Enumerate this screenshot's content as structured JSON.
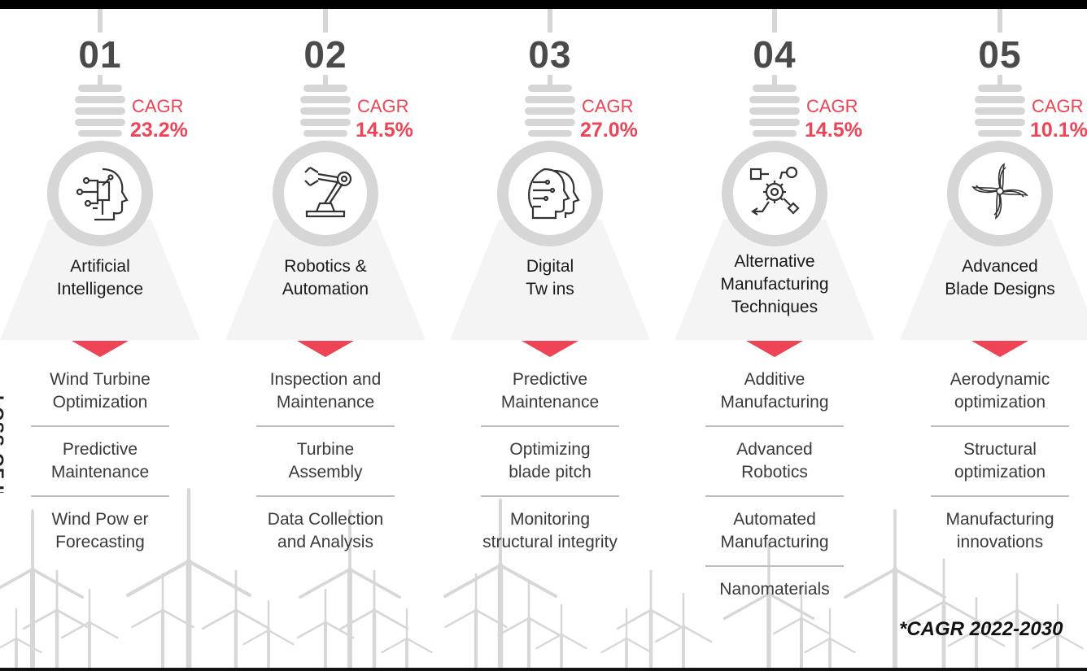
{
  "cagr_label": "CAGR",
  "footnote": "*CAGR 2022-2030",
  "side_text": "LOSS OF IN",
  "columns": [
    {
      "number": "01",
      "cagr": "23.2%",
      "title": [
        "Artificial",
        "Intelligence"
      ],
      "icon": "ai-head-icon",
      "applications": [
        [
          "Wind Turbine",
          "Optimization"
        ],
        [
          "Predictive",
          "Maintenance"
        ],
        [
          "Wind Pow er",
          "Forecasting"
        ]
      ]
    },
    {
      "number": "02",
      "cagr": "14.5%",
      "title": [
        "Robotics &",
        "Automation"
      ],
      "icon": "robot-arm-icon",
      "applications": [
        [
          "Inspection and",
          "Maintenance"
        ],
        [
          "Turbine",
          "Assembly"
        ],
        [
          "Data Collection",
          "and Analysis"
        ]
      ]
    },
    {
      "number": "03",
      "cagr": "27.0%",
      "title": [
        "Digital",
        "Tw ins"
      ],
      "icon": "twin-heads-icon",
      "applications": [
        [
          "Predictive",
          "Maintenance"
        ],
        [
          "Optimizing",
          "blade pitch"
        ],
        [
          "Monitoring",
          "structural integrity"
        ]
      ]
    },
    {
      "number": "04",
      "cagr": "14.5%",
      "title": [
        "Alternative",
        "Manufacturing",
        "Techniques"
      ],
      "icon": "gear-flow-icon",
      "applications": [
        [
          "Additive",
          "Manufacturing"
        ],
        [
          "Advanced",
          "Robotics"
        ],
        [
          "Automated",
          "Manufacturing"
        ],
        [
          "Nanomaterials"
        ]
      ]
    },
    {
      "number": "05",
      "cagr": "10.1%",
      "title": [
        "Advanced",
        "Blade Designs"
      ],
      "icon": "blade-fan-icon",
      "applications": [
        [
          "Aerodynamic",
          "optimization"
        ],
        [
          "Structural",
          "optimization"
        ],
        [
          "Manufacturing",
          "innovations"
        ]
      ]
    }
  ],
  "colors": {
    "accent": "#ee4455",
    "bulb": "#d6d6d6",
    "number": "#4a4a4a"
  }
}
